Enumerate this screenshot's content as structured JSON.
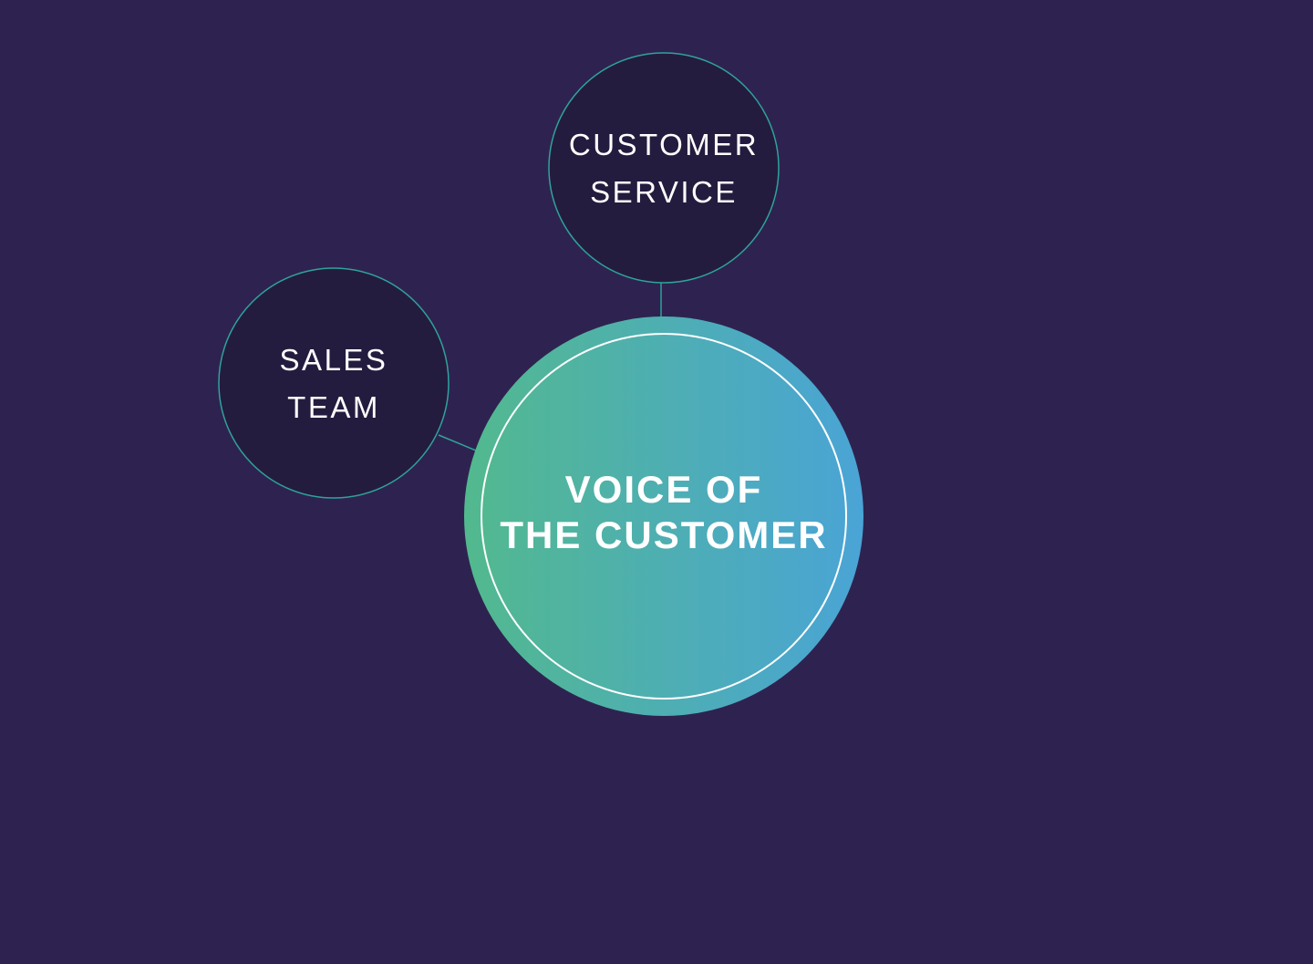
{
  "colors": {
    "background": "#2e2350",
    "satellite_fill": "#241c3e",
    "outline": "#2fa39a",
    "center_gradient_start": "#52b98e",
    "center_gradient_end": "#4aa4d6",
    "text": "#ffffff"
  },
  "nodes": {
    "customer_service": {
      "line1": "CUSTOMER",
      "line2": "SERVICE"
    },
    "sales_team": {
      "line1": "SALES",
      "line2": "TEAM"
    },
    "voice_of_customer": {
      "line1": "VOICE OF",
      "line2": "THE CUSTOMER"
    }
  }
}
